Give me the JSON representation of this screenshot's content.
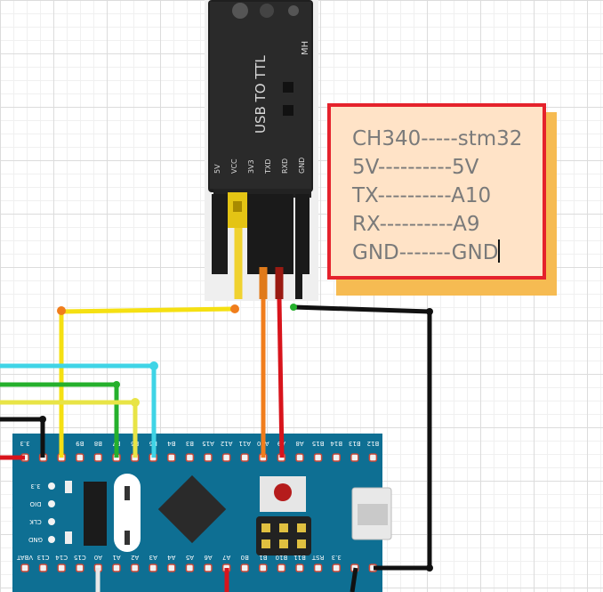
{
  "module": {
    "title": "USB TO TTL",
    "brand": "MH",
    "pins": [
      "5V",
      "VCC",
      "3V3",
      "TXD",
      "RXD",
      "GND"
    ]
  },
  "note": {
    "lines": [
      "CH340-----stm32",
      "5V----------5V",
      "TX----------A10",
      "RX----------A9",
      "GND-------GND"
    ]
  },
  "board": {
    "top_pins": [
      "3.3",
      "",
      "",
      "B9",
      "B8",
      "B7",
      "B6",
      "B5",
      "B4",
      "B3",
      "A15",
      "A12",
      "A11",
      "A10",
      "A9",
      "A8",
      "B15",
      "B14",
      "B13",
      "B12"
    ],
    "bottom_pins": [
      "VBAT",
      "C13",
      "C14",
      "C15",
      "A0",
      "A1",
      "A2",
      "A3",
      "A4",
      "A5",
      "A6",
      "A7",
      "B0",
      "B1",
      "B10",
      "B11",
      "RST",
      "3.3",
      "",
      ""
    ],
    "swd_pins": [
      "3.3",
      "DIO",
      "CLK",
      "GND"
    ]
  },
  "colors": {
    "board": "#0e6f93",
    "wire_yellow": "#f5e012",
    "wire_orange": "#f07d1c",
    "wire_red": "#d8141c",
    "wire_black": "#111111",
    "wire_cyan": "#3fd4e6",
    "wire_green": "#25b02c",
    "note_border": "#e5222c",
    "note_fill": "#ffe3c7"
  }
}
